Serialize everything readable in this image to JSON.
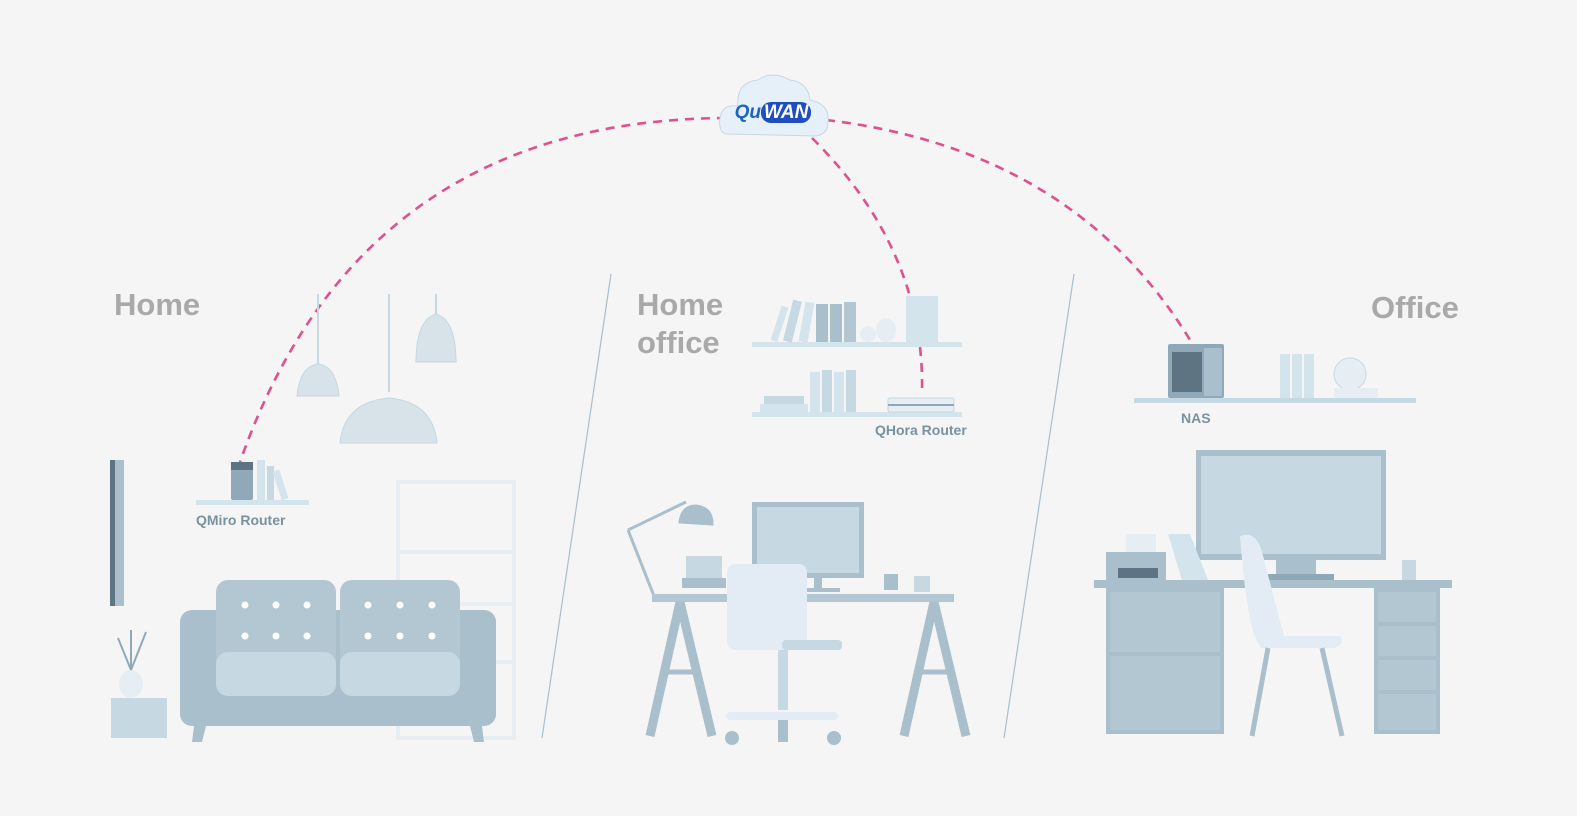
{
  "sections": {
    "home": "Home",
    "home_office_line1": "Home",
    "home_office_line2": "office",
    "office": "Office"
  },
  "cloud": {
    "brand_prefix": "Qu",
    "brand_suffix": "WAN"
  },
  "devices": {
    "qmiro": "QMiro Router",
    "qhora": "QHora Router",
    "nas": "NAS"
  },
  "colors": {
    "background": "#f5f5f5",
    "connection_line": "#e0508f",
    "title_text": "#a9a9a9",
    "label_text": "#7891a0",
    "furniture_light": "#c6d8e1",
    "furniture_mid": "#a9bfcc",
    "furniture_dark": "#8fa9b8"
  }
}
